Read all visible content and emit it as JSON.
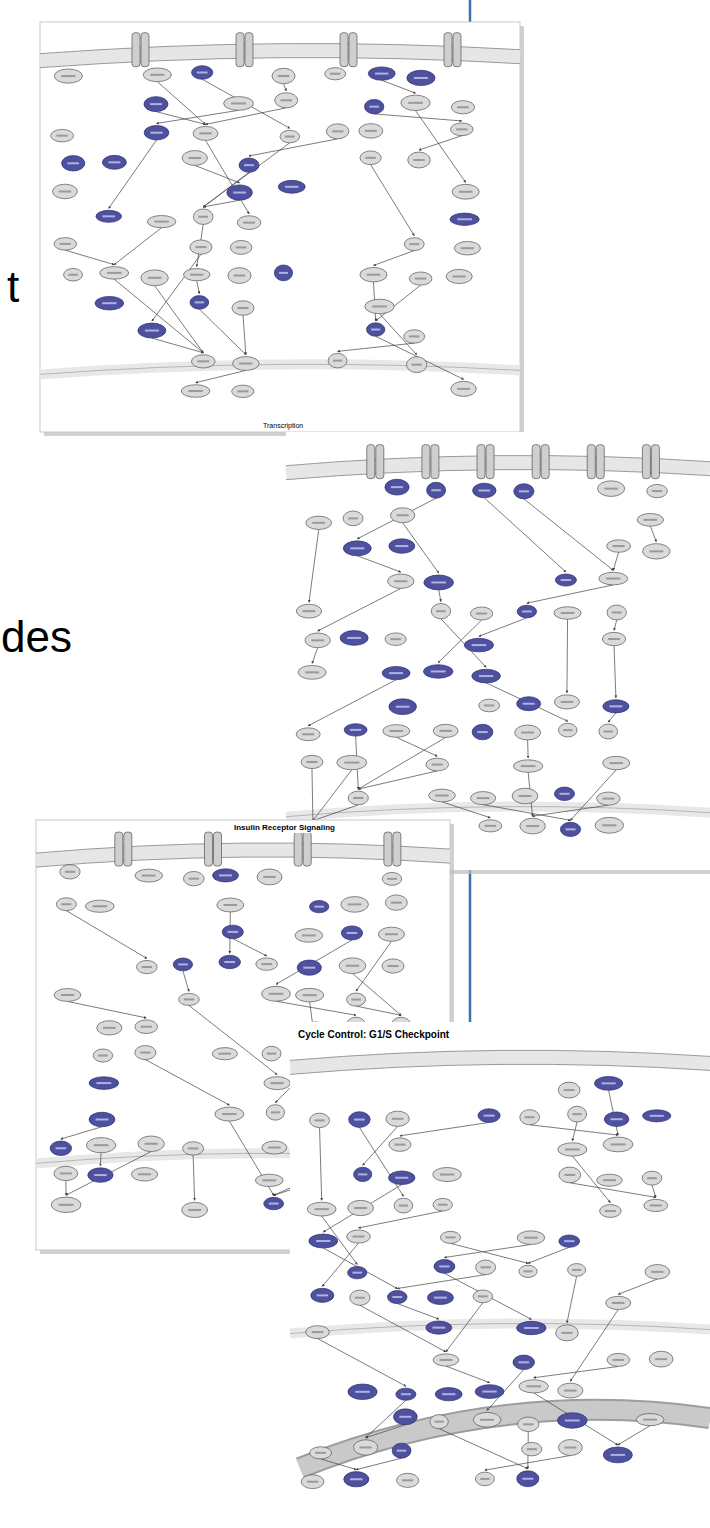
{
  "diagram": {
    "nodes": [
      {
        "text": [
          "Insulin Receptor Signaling"
        ]
      },
      {
        "text": [
          "Cycle Control: G1/S Checkpoint"
        ]
      }
    ],
    "labels": [
      "t",
      "des",
      "Transcription"
    ]
  }
}
